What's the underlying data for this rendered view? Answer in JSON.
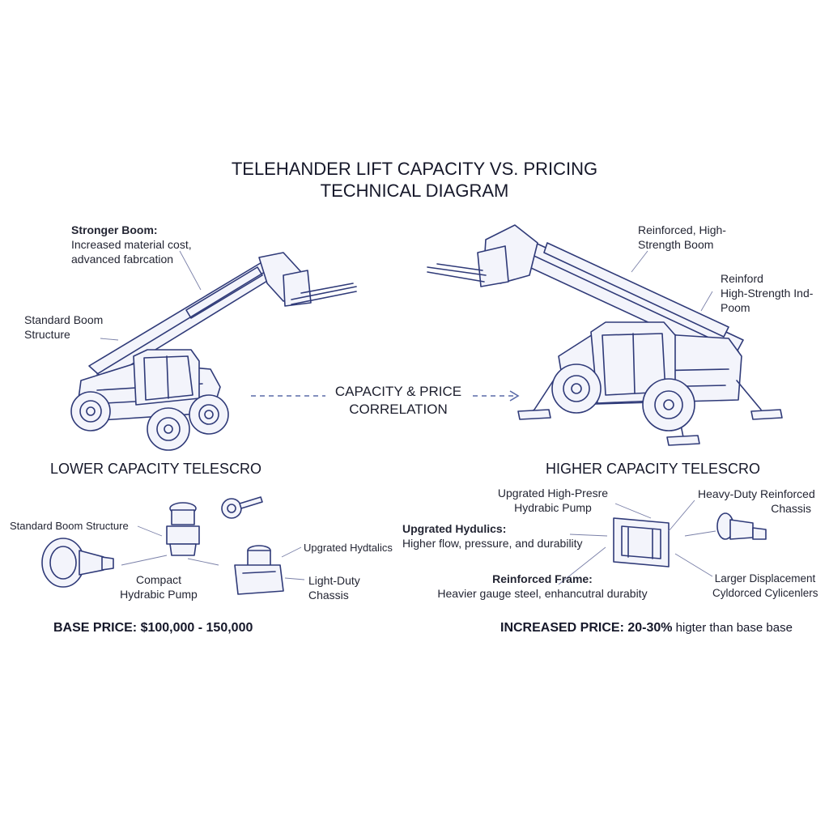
{
  "title": {
    "line1": "TELEHANDER LIFT CAPACITY VS. PRICING",
    "line2": "TECHNICAL DIAGRAM"
  },
  "center": {
    "line1": "CAPACITY & PRICE",
    "line2": "CORRELATION"
  },
  "left": {
    "callout_strong_title": "Stronger Boom:",
    "callout_strong_l1": "Increased material cost,",
    "callout_strong_l2": "advanced fabrcation",
    "callout_std_l1": "Standard Boom",
    "callout_std_l2": "Structure",
    "heading": "LOWER CAPACITY TELESCRO",
    "parts": {
      "std_boom": "Standard Boom Structure",
      "pump_l1": "Compact",
      "pump_l2": "Hydrabic Pump",
      "hydraulics": "Upgrated Hydtalics",
      "chassis_l1": "Light-Duty",
      "chassis_l2": "Chassis"
    },
    "price_label": "BASE PRICE: $100,000 - 150,000"
  },
  "right": {
    "callout_boom_l1": "Reinforced, High-",
    "callout_boom_l2": "Strength Boom",
    "callout_r2_l1": "Reinford",
    "callout_r2_l2": "High-Strength Ind-",
    "callout_r2_l3": "Poom",
    "heading": "HIGHER CAPACITY TELESCRO",
    "parts": {
      "pump_l1": "Upgrated High-Presre",
      "pump_l2": "Hydrabic Pump",
      "chassis_l1": "Heavy-Duty Reinforced",
      "chassis_l2": "Chassis",
      "hyd_title": "Upgrated Hydulics:",
      "hyd_desc": "Higher flow, pressure, and durability",
      "frame_title": "Reinforced Frame:",
      "frame_desc": "Heavier gauge steel, enhancutral durabity",
      "cyl_l1": "Larger Displacement",
      "cyl_l2": "Cyldorced Cylicenlers"
    },
    "price_bold": "INCREASED PRICE: 20-30%",
    "price_rest": " higter than base base"
  },
  "colors": {
    "line": "#2f3a78",
    "text": "#16182a",
    "arrow": "#5a6aa8"
  }
}
